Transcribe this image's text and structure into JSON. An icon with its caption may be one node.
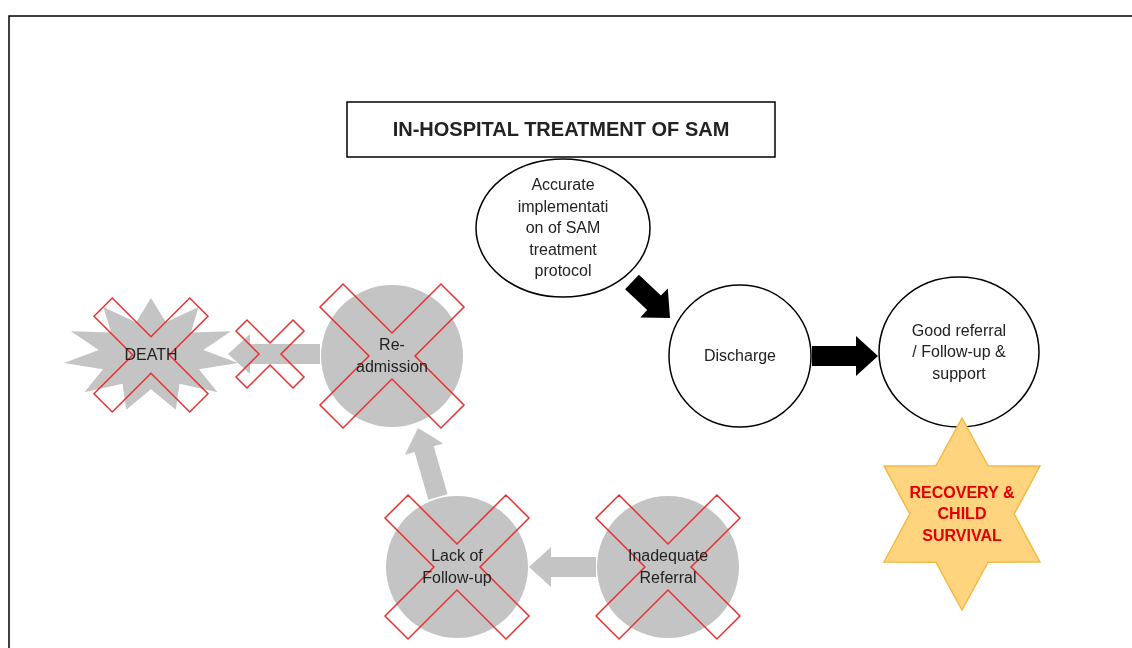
{
  "diagram": {
    "nodes": [
      {
        "text": [
          "IN-HOSPITAL TREATMENT OF SAM"
        ]
      },
      {
        "text": [
          "Accurate implementation of SAM treatment protocol"
        ]
      },
      {
        "text": [
          "Discharge"
        ]
      },
      {
        "text": [
          "Good referral / Follow-up & support"
        ]
      },
      {
        "text": [
          "RECOVERY & CHILD SURVIVAL"
        ]
      },
      {
        "text": [
          "Inadequate Referral"
        ]
      },
      {
        "text": [
          "Lack of Follow-up"
        ]
      },
      {
        "text": [
          "Re-admission"
        ]
      },
      {
        "text": [
          "DEATH"
        ]
      }
    ],
    "edges": [
      {
        "from": 1,
        "to": 2,
        "arrow": "to",
        "style": "thick",
        "color": "#000000"
      },
      {
        "from": 2,
        "to": 3,
        "arrow": "to",
        "style": "thick",
        "color": "#000000"
      },
      {
        "from": 5,
        "to": 6,
        "arrow": "to",
        "style": "thick"
      },
      {
        "from": 6,
        "to": 7,
        "arrow": "to",
        "style": "thick"
      },
      {
        "from": 7,
        "to": 8,
        "arrow": "to",
        "style": "thick"
      }
    ]
  }
}
